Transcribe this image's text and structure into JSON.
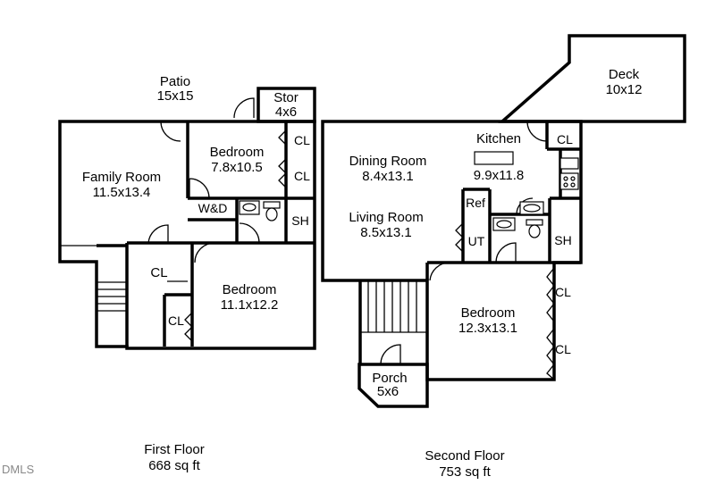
{
  "patio": {
    "name": "Patio",
    "size": "15x15"
  },
  "storage": {
    "name": "Stor",
    "size": "4x6"
  },
  "deck": {
    "name": "Deck",
    "size": "10x12"
  },
  "first_floor": {
    "family_room": {
      "name": "Family Room",
      "size": "11.5x13.4"
    },
    "bedroom_small": {
      "name": "Bedroom",
      "size": "7.8x10.5"
    },
    "bedroom_large": {
      "name": "Bedroom",
      "size": "11.1x12.2"
    },
    "washer_dryer": "W&D",
    "shower": "SH",
    "closet": "CL",
    "caption": {
      "line1": "First Floor",
      "line2": "668 sq ft"
    }
  },
  "second_floor": {
    "dining_room": {
      "name": "Dining Room",
      "size": "8.4x13.1"
    },
    "living_room": {
      "name": "Living Room",
      "size": "8.5x13.1"
    },
    "kitchen": {
      "name": "Kitchen",
      "size": "9.9x11.8"
    },
    "bedroom": {
      "name": "Bedroom",
      "size": "12.3x13.1"
    },
    "porch": {
      "name": "Porch",
      "size": "5x6"
    },
    "refrigerator": "Ref",
    "utility": "UT",
    "shower": "SH",
    "closet": "CL",
    "caption": {
      "line1": "Second Floor",
      "line2": "753 sq ft"
    }
  },
  "watermark": "DMLS"
}
